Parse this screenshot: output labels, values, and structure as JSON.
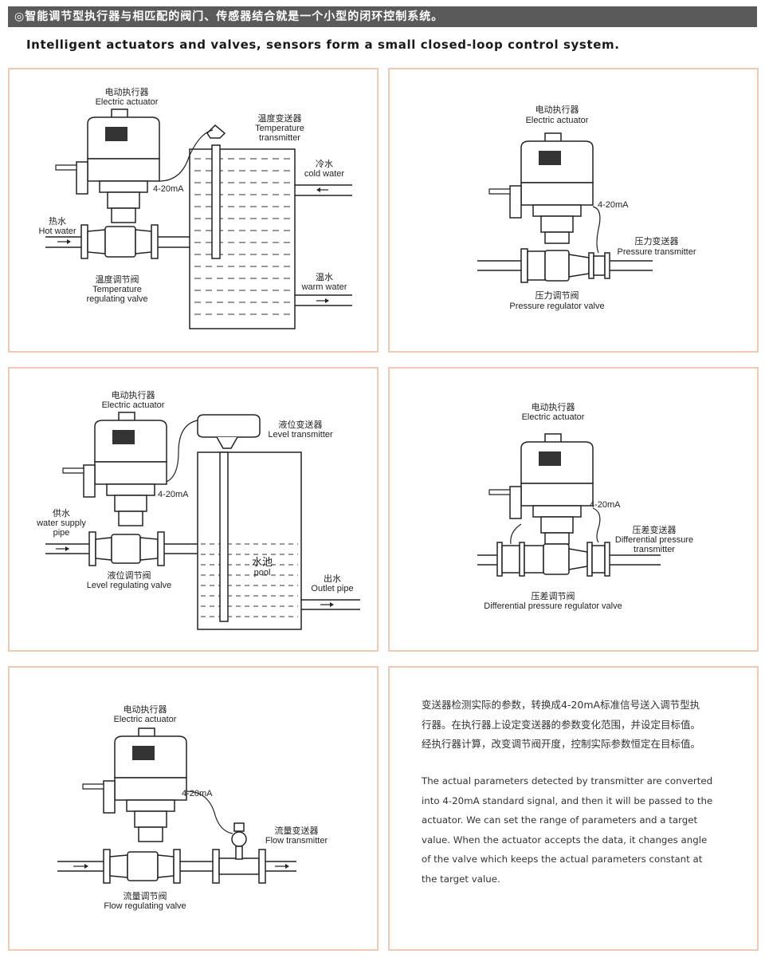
{
  "header": {
    "banner": "◎智能调节型执行器与相匹配的阀门、传感器结合就是一个小型的闭环控制系统。",
    "subtitle": "Intelligent actuators and valves, sensors form a small closed-loop control system."
  },
  "panel1": {
    "actuator_cn": "电动执行器",
    "actuator_en": "Electric actuator",
    "transmitter_cn": "温度变送器",
    "transmitter_en1": "Temperature",
    "transmitter_en2": "transmitter",
    "signal": "4-20mA",
    "cold_cn": "冷水",
    "cold_en": "cold water",
    "hot_cn": "热水",
    "hot_en": "Hot water",
    "valve_cn": "温度调节阀",
    "valve_en1": "Temperature",
    "valve_en2": "regulating valve",
    "warm_cn": "温水",
    "warm_en": "warm water"
  },
  "panel2": {
    "actuator_cn": "电动执行器",
    "actuator_en": "Electric actuator",
    "signal": "4-20mA",
    "transmitter_cn": "压力变送器",
    "transmitter_en": "Pressure transmitter",
    "valve_cn": "压力调节阀",
    "valve_en": "Pressure regulator valve"
  },
  "panel3": {
    "actuator_cn": "电动执行器",
    "actuator_en": "Electric actuator",
    "transmitter_cn": "液位变送器",
    "transmitter_en": "Level transmitter",
    "signal": "4-20mA",
    "supply_cn": "供水",
    "supply_en1": "water supply",
    "supply_en2": "pipe",
    "pool_cn": "水池",
    "pool_en": "pool",
    "valve_cn": "液位调节阀",
    "valve_en": "Level regulating valve",
    "outlet_cn": "出水",
    "outlet_en": "Outlet pipe"
  },
  "panel4": {
    "actuator_cn": "电动执行器",
    "actuator_en": "Electric actuator",
    "signal": "4-20mA",
    "transmitter_cn": "压差变送器",
    "transmitter_en1": "Differential pressure",
    "transmitter_en2": "transmitter",
    "valve_cn": "压差调节阀",
    "valve_en": "Differential pressure regulator valve"
  },
  "panel5": {
    "actuator_cn": "电动执行器",
    "actuator_en": "Electric actuator",
    "signal": "4-20mA",
    "transmitter_cn": "流量变送器",
    "transmitter_en": "Flow transmitter",
    "valve_cn": "流量调节阀",
    "valve_en": "Flow regulating valve"
  },
  "description": {
    "cn": [
      "变送器检测实际的参数，转换成4-20mA标准信号送入调节型执",
      "行器。在执行器上设定变送器的参数变化范围，并设定目标值。",
      "经执行器计算，改变调节阀开度，控制实际参数恒定在目标值。"
    ],
    "en": [
      "The actual parameters detected by transmitter are converted",
      "into 4-20mA standard signal, and then it will be passed to the",
      "actuator.  We can set the range of parameters and a target",
      "value.  When the actuator accepts the data, it changes angle",
      "of the valve which keeps the actual parameters constant at",
      "the target value."
    ]
  }
}
